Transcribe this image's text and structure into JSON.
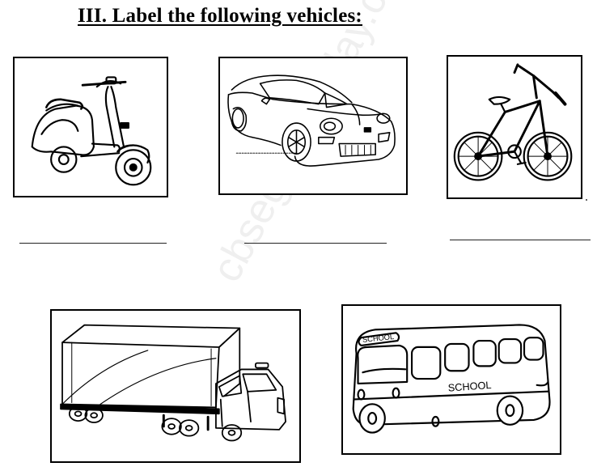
{
  "worksheet": {
    "title": "III. Label the following vehicles:"
  },
  "watermark": "cbseguidetoday.com",
  "vehicles": [
    {
      "icon": "scooter"
    },
    {
      "icon": "sports-car"
    },
    {
      "icon": "bicycle"
    },
    {
      "icon": "truck"
    },
    {
      "icon": "bus",
      "sign_text": "SCHOOL",
      "side_text": "SCHOOL"
    }
  ],
  "answer_lines": 3
}
